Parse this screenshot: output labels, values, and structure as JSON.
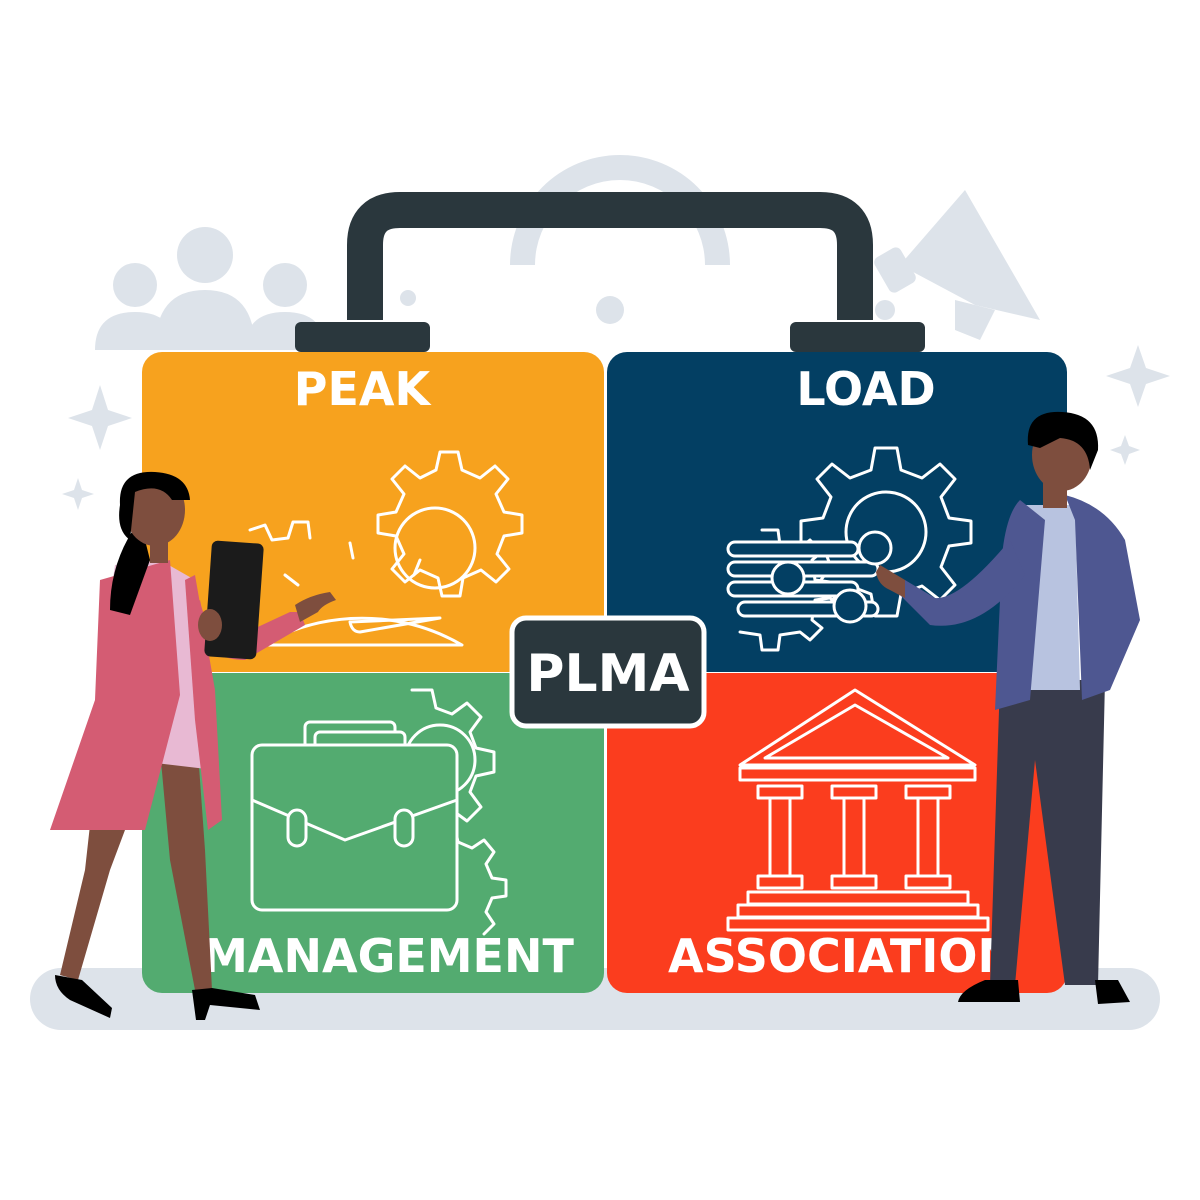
{
  "acronym": "PLMA",
  "quadrants": [
    {
      "word": "PEAK",
      "color": "#F7A21E",
      "icon": "speedometer-gears-icon"
    },
    {
      "word": "LOAD",
      "color": "#033F63",
      "icon": "gears-load-icon"
    },
    {
      "word": "MANAGEMENT",
      "color": "#53AB70",
      "icon": "briefcase-gears-icon"
    },
    {
      "word": "ASSOCIATION",
      "color": "#FB3D1E",
      "icon": "institution-building-icon"
    }
  ],
  "colors": {
    "handle": "#2A373D",
    "badge": "#2A373D",
    "background_shapes": "#DDE3EA",
    "woman_coat": "#D45C73",
    "woman_dress": "#E8B9D3",
    "man_jacket": "#4E5791",
    "man_trousers": "#383B4C",
    "skin": "#7E4E3E"
  }
}
